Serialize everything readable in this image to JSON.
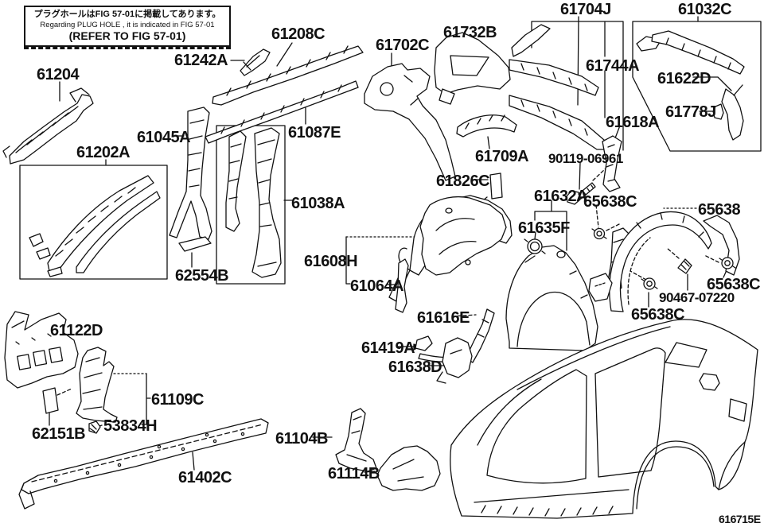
{
  "diagram": {
    "title_code": "616715E",
    "line_color": "#111111",
    "background": "#ffffff",
    "note": {
      "line1_jp": "プラグホールはFIG 57-01に掲載してあります。",
      "line2_en": "Regarding PLUG HOLE , it is indicated in FIG 57-01",
      "line3_ref": "(REFER TO FIG 57-01)"
    }
  },
  "labels": [
    {
      "text": "61204"
    },
    {
      "text": "61242A"
    },
    {
      "text": "61208C"
    },
    {
      "text": "61702C"
    },
    {
      "text": "61732B"
    },
    {
      "text": "61704J"
    },
    {
      "text": "61032C"
    },
    {
      "text": "61744A"
    },
    {
      "text": "61622D"
    },
    {
      "text": "61778J"
    },
    {
      "text": "61618A"
    },
    {
      "text": "90119-06961"
    },
    {
      "text": "61709A"
    },
    {
      "text": "61087E"
    },
    {
      "text": "61045A"
    },
    {
      "text": "61202A"
    },
    {
      "text": "61826C"
    },
    {
      "text": "61632A"
    },
    {
      "text": "65638C"
    },
    {
      "text": "65638"
    },
    {
      "text": "61635F"
    },
    {
      "text": "61038A"
    },
    {
      "text": "62554B"
    },
    {
      "text": "61608H"
    },
    {
      "text": "61064A"
    },
    {
      "text": "90467-07220"
    },
    {
      "text": "65638C"
    },
    {
      "text": "65638C"
    },
    {
      "text": "61122D"
    },
    {
      "text": "61109C"
    },
    {
      "text": "62151B"
    },
    {
      "text": "53834H"
    },
    {
      "text": "61616E"
    },
    {
      "text": "61419A"
    },
    {
      "text": "61638D"
    },
    {
      "text": "61402C"
    },
    {
      "text": "61104B"
    },
    {
      "text": "61114B"
    }
  ]
}
